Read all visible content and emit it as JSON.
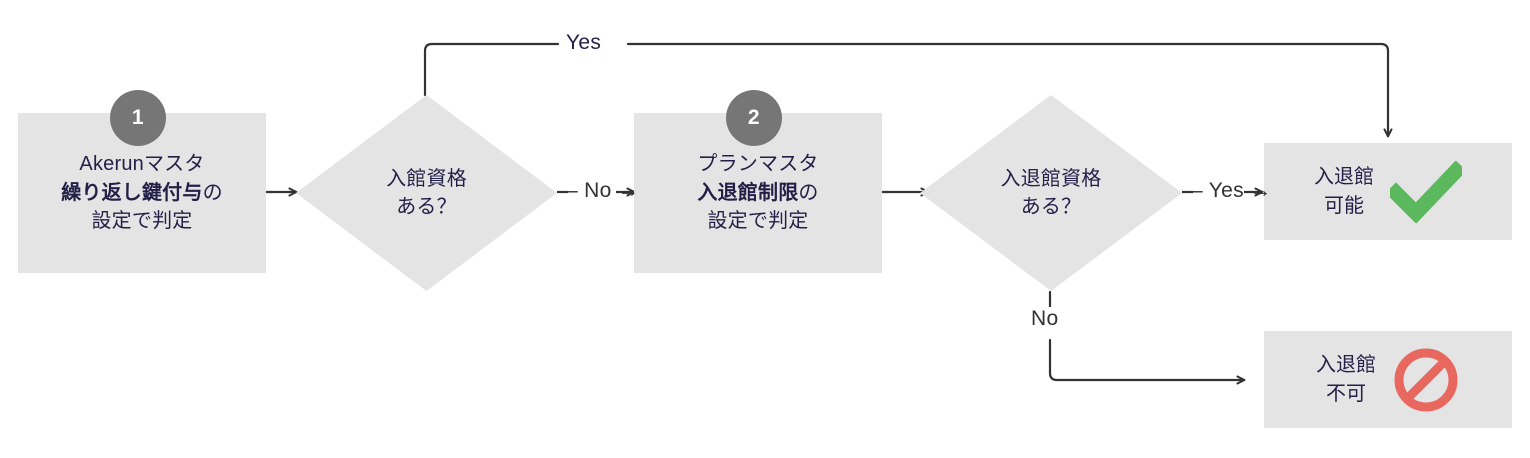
{
  "diagram": {
    "title": "",
    "colors": {
      "shape_fill": "#e4e4e4",
      "text_navy": "#241f47",
      "badge_gray": "#767676",
      "line_dark": "#333333",
      "success_green": "#5cb85c",
      "denied_red": "#e8685f",
      "background": "#ffffff"
    },
    "nodes": {
      "process1": {
        "badge": "1",
        "line1": "Akerunマスタ",
        "line2_bold": "繰り返し鍵付与",
        "line2_tail": "の",
        "line3": "設定で判定"
      },
      "decision1": {
        "line1": "入館資格",
        "line2": "ある？"
      },
      "process2": {
        "badge": "2",
        "line1": "プランマスタ",
        "line2_bold": "入退館制限",
        "line2_tail": "の",
        "line3": "設定で判定"
      },
      "decision2": {
        "line1": "入退館資格",
        "line2": "ある？"
      },
      "result_allowed": {
        "line1": "入退館",
        "line2": "可能",
        "icon": "check-mark-icon"
      },
      "result_denied": {
        "line1": "入退館",
        "line2": "不可",
        "icon": "prohibited-icon"
      }
    },
    "edges": {
      "decision1_yes": "Yes",
      "decision1_no": "– No →",
      "decision2_yes": "– Yes →",
      "decision2_no": "No"
    }
  }
}
